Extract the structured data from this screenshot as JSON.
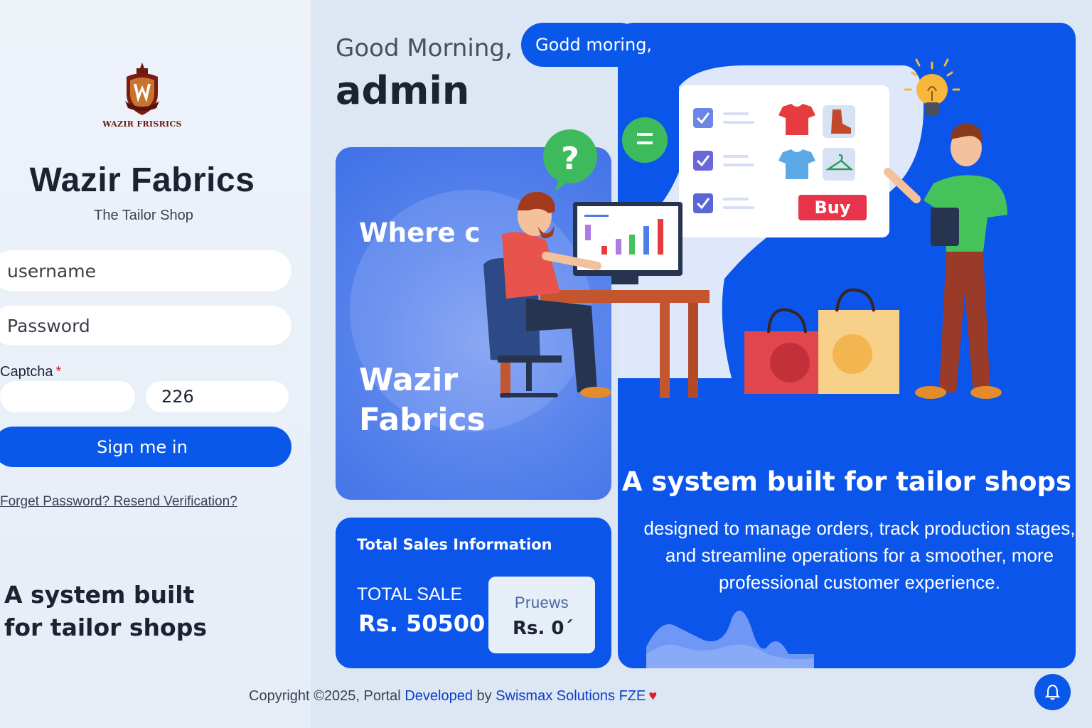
{
  "brand": {
    "logo_text": "WAZIR FRISRICS",
    "title": "Wazir Fabrics",
    "subtitle": "The Tailor Shop"
  },
  "login": {
    "username_placeholder": "username",
    "password_placeholder": "Password",
    "captcha_label": "Captcha",
    "captcha_required": "*",
    "captcha_code": "226",
    "signin_label": "Sign me in",
    "forgot_label": "Forget Password? Resend Verification?"
  },
  "left_tagline": "A system built for tailor shops",
  "greeting": {
    "hello": "Good Morning,",
    "name": "admin",
    "bubble": "Godd moring,"
  },
  "image_card": {
    "quote": "Where craftsmanship meets seamless",
    "brand": "Wazir Fabrics"
  },
  "hero": {
    "title": "A system built for tailor shops",
    "description": "designed to manage orders, track production stages, and streamline operations for a smoother, more professional customer experience.",
    "buy_label": "Buy"
  },
  "sales": {
    "title": "Total Sales Information",
    "total_label": "TOTAL SALE",
    "total_value": "Rs. 50500",
    "previous_label": "Pruews",
    "previous_value": "Rs. 0´"
  },
  "footer": {
    "copyright": "Copyright ©2025, Portal",
    "developed": "Developed",
    "by": "by",
    "company": "Swismax Solutions FZE",
    "heart": "♥"
  },
  "colors": {
    "primary": "#0a58ea",
    "hero_bg": "#0b55ea",
    "page_bg": "#dde6f3",
    "heart": "#e01b2d",
    "buy_button": "#e8344a"
  },
  "icons": [
    "logo-crest-icon",
    "question-bubble-icon",
    "equals-bubble-icon",
    "lightbulb-icon",
    "checkbox-icon",
    "tshirt-icon",
    "boot-icon",
    "hanger-icon",
    "shopping-bag-icon",
    "bell-icon"
  ]
}
